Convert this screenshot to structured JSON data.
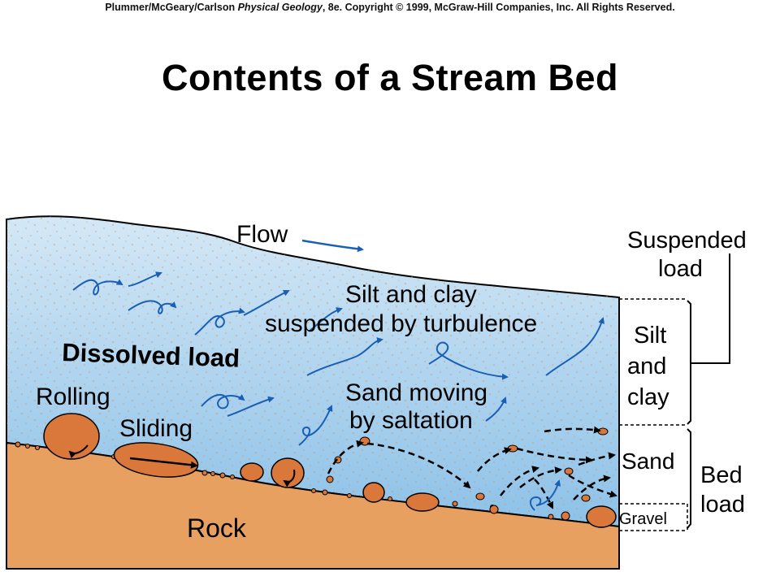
{
  "header": {
    "credit_authors": "Plummer/McGeary/Carlson",
    "credit_book": "Physical Geology",
    "credit_rest": ", 8e.  Copyright © 1999, McGraw-Hill Companies, Inc. All Rights Reserved."
  },
  "title": "Contents of a Stream Bed",
  "labels": {
    "flow": "Flow",
    "silt_clay_line1": "Silt and clay",
    "silt_clay_line2": "suspended by turbulence",
    "dissolved_load": "Dissolved load",
    "rolling": "Rolling",
    "sliding": "Sliding",
    "sand_line1": "Sand moving",
    "sand_line2": "by saltation",
    "rock": "Rock"
  },
  "side_labels": {
    "suspended_line1": "Suspended",
    "suspended_line2": "load",
    "silt_line1": "Silt",
    "silt_line2": "and",
    "silt_line3": "clay",
    "sand": "Sand",
    "gravel": "Gravel",
    "bed_line1": "Bed",
    "bed_line2": "load"
  },
  "colors": {
    "water_top": "#cfe4f4",
    "water_bottom": "#8fc3e8",
    "rock": "#e8a060",
    "pebble": "#d9783a",
    "arrow_blue": "#1a5fb4",
    "saltation_arrow": "#000000"
  }
}
